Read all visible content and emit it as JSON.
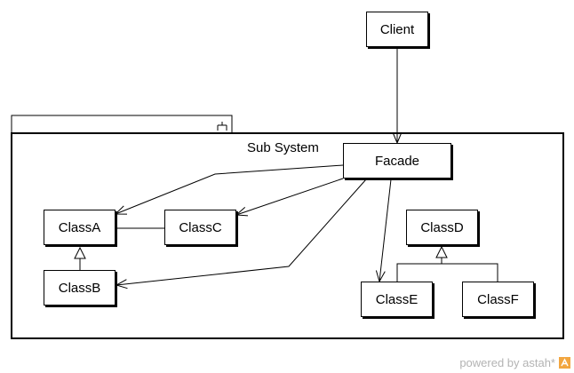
{
  "package": {
    "title": "Sub System"
  },
  "classes": {
    "client": "Client",
    "facade": "Facade",
    "class_a": "ClassA",
    "class_b": "ClassB",
    "class_c": "ClassC",
    "class_d": "ClassD",
    "class_e": "ClassE",
    "class_f": "ClassF"
  },
  "watermark": {
    "text": "powered by astah*",
    "color": "#b3b3b3",
    "logo_icon": "astah-logo-icon"
  }
}
